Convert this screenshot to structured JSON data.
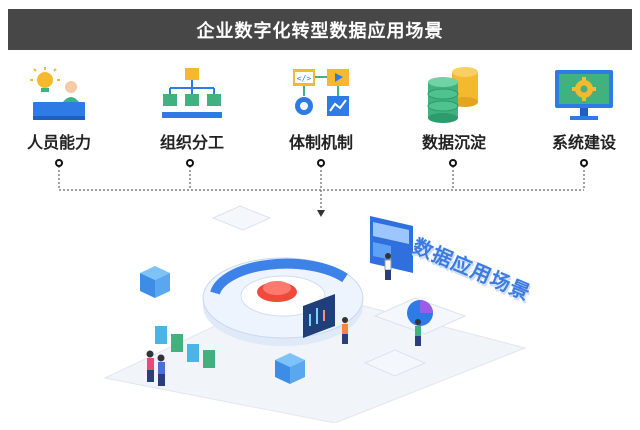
{
  "title": "企业数字化转型数据应用场景",
  "categories": [
    {
      "label": "人员能力",
      "icon": "person-lightbulb-icon"
    },
    {
      "label": "组织分工",
      "icon": "org-chart-icon"
    },
    {
      "label": "体制机制",
      "icon": "workflow-mechanism-icon"
    },
    {
      "label": "数据沉淀",
      "icon": "database-stack-icon"
    },
    {
      "label": "系统建设",
      "icon": "monitor-gear-icon"
    }
  ],
  "scene_label": "数据应用场景",
  "colors": {
    "title_bg": "#474747",
    "accent_blue": "#2f7be6",
    "accent_green": "#3fb27f",
    "accent_yellow": "#f5b82e",
    "accent_red": "#f04a3a"
  }
}
